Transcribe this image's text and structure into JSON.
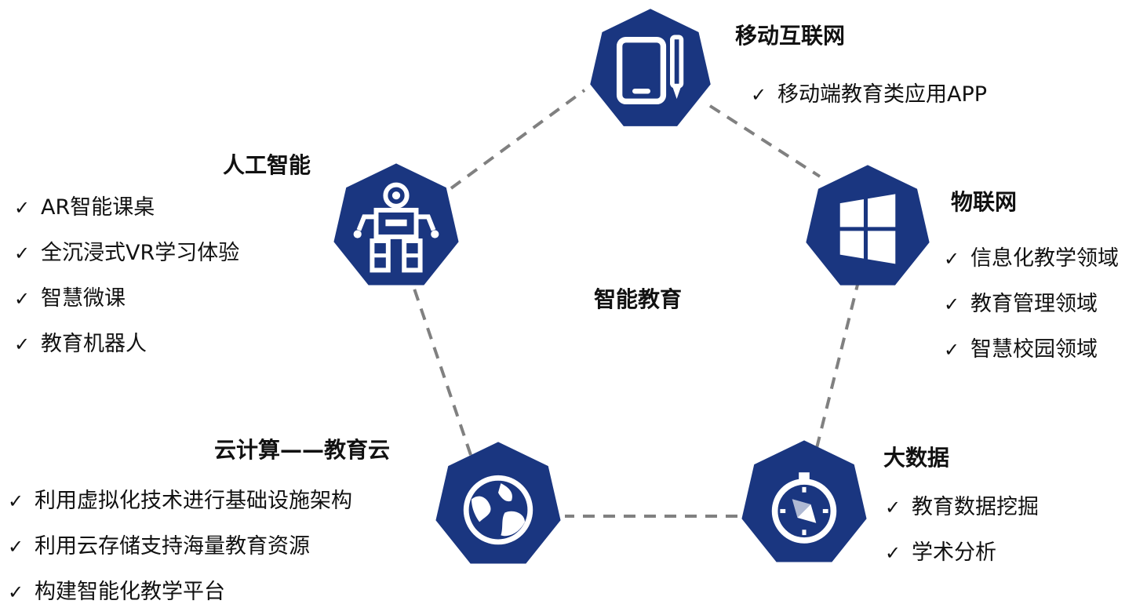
{
  "accent_color": "#1a3680",
  "connector_color": "#808080",
  "center": {
    "title": "智能教育"
  },
  "check_glyph": "✓",
  "nodes": [
    {
      "key": "mobile",
      "icon": "tablet-pen-icon",
      "title": "移动互联网",
      "items": [
        "移动端教育类应用APP"
      ]
    },
    {
      "key": "iot",
      "icon": "windows-icon",
      "title": "物联网",
      "items": [
        "信息化教学领域",
        "教育管理领域",
        "智慧校园领域"
      ]
    },
    {
      "key": "bigdata",
      "icon": "compass-icon",
      "title": "大数据",
      "items": [
        "教育数据挖掘",
        "学术分析"
      ]
    },
    {
      "key": "cloud",
      "icon": "globe-icon",
      "title": "云计算——教育云",
      "items": [
        "利用虚拟化技术进行基础设施架构",
        "利用云存储支持海量教育资源",
        "构建智能化教学平台"
      ]
    },
    {
      "key": "ai",
      "icon": "robot-icon",
      "title": "人工智能",
      "items": [
        "AR智能课桌",
        "全沉浸式VR学习体验",
        "智慧微课",
        "教育机器人"
      ]
    }
  ]
}
